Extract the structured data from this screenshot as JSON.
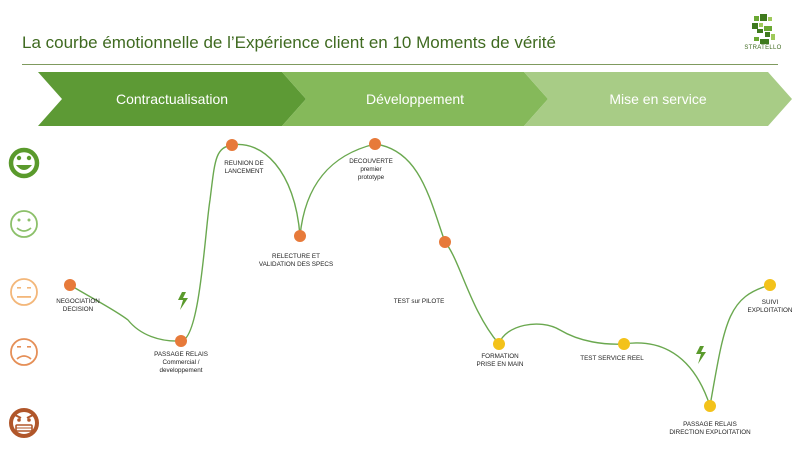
{
  "title": "La courbe émotionnelle de l’Expérience client en 10 Moments de vérité",
  "logo": {
    "text": "STRATELLO",
    "colors": [
      "#3f7a1e",
      "#6aa832",
      "#9fc95a"
    ]
  },
  "phases": [
    {
      "label": "Contractualisation",
      "color": "#5d9a35"
    },
    {
      "label": "Développement",
      "color": "#85b95a"
    },
    {
      "label": "Mise en service",
      "color": "#a8cc86"
    }
  ],
  "emotion_scale": [
    {
      "icon": "very-happy-face-icon",
      "color": "#5a9a2c"
    },
    {
      "icon": "happy-face-icon",
      "color": "#8cc06a"
    },
    {
      "icon": "neutral-face-icon",
      "color": "#f3b77a"
    },
    {
      "icon": "sad-face-icon",
      "color": "#e58f57"
    },
    {
      "icon": "angry-face-icon",
      "color": "#b0562a"
    }
  ],
  "moments": [
    {
      "lines": [
        "NEGOCIATION",
        "DECISION"
      ],
      "dot_color": "#e77a3a"
    },
    {
      "lines": [
        "PASSAGE RELAIS",
        "Commercial /",
        "developpement"
      ],
      "dot_color": "#e77a3a"
    },
    {
      "lines": [
        "REUNION DE",
        "LANCEMENT"
      ],
      "dot_color": "#e77a3a"
    },
    {
      "lines": [
        "RELECTURE ET",
        "VALIDATION DES SPECS"
      ],
      "dot_color": "#e77a3a"
    },
    {
      "lines": [
        "DECOUVERTE",
        "premier",
        "prototype"
      ],
      "dot_color": "#e77a3a"
    },
    {
      "lines": [
        "TEST sur PILOTE"
      ],
      "dot_color": "#e77a3a"
    },
    {
      "lines": [
        "FORMATION",
        "PRISE EN MAIN"
      ],
      "dot_color": "#f3c21a"
    },
    {
      "lines": [
        "TEST SERVICE REEL"
      ],
      "dot_color": "#f3c21a"
    },
    {
      "lines": [
        "PASSAGE RELAIS",
        "DIRECTION EXPLOITATION"
      ],
      "dot_color": "#f3c21a"
    },
    {
      "lines": [
        "SUIVI",
        "EXPLOITATION"
      ],
      "dot_color": "#f3c21a"
    }
  ],
  "curve_color": "#6aa84f",
  "alert_icon_color": "#5a9a2c"
}
